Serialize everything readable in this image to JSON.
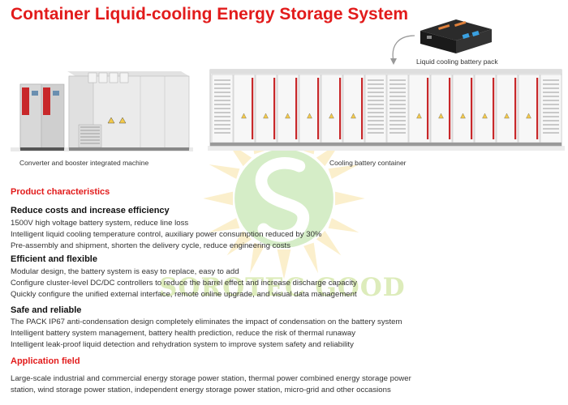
{
  "title": "Container Liquid-cooling Energy Storage System",
  "captions": {
    "battery_pack": "Liquid cooling battery pack",
    "converter": "Converter and booster integrated machine",
    "container": "Cooling battery container"
  },
  "watermark": "SOROTEC GOOD",
  "product_characteristics": {
    "heading": "Product characteristics",
    "sections": [
      {
        "title": "Reduce costs and increase efficiency",
        "lines": [
          "1500V high voltage battery system, reduce line loss",
          "Intelligent liquid cooling temperature control, auxiliary power consumption reduced by 30%",
          "Pre-assembly and shipment, shorten the delivery cycle, reduce engineering costs"
        ]
      },
      {
        "title": "Efficient and flexible",
        "lines": [
          "Modular design, the battery system is easy to replace, easy to add",
          "Configure cluster-level DC/DC controllers to reduce the barrel effect and increase discharge capacity",
          "Quickly configure the unified external interface, remote online upgrade, and visual data management"
        ]
      },
      {
        "title": "Safe and reliable",
        "lines": [
          "The PACK IP67 anti-condensation design completely eliminates the impact of condensation on the battery system",
          "Intelligent battery system management, battery health prediction, reduce the risk of thermal runaway",
          "Intelligent leak-proof liquid detection and rehydration system to improve system safety and reliability"
        ]
      }
    ]
  },
  "application_field": {
    "heading": "Application field",
    "lines": [
      "Large-scale industrial and commercial energy storage power station, thermal power combined energy storage power",
      "station, wind storage power station, independent energy storage power station, micro-grid and other occasions"
    ]
  },
  "colors": {
    "accent_red": "#e21b1b",
    "cabinet_red": "#c8282a",
    "cabinet_grey": "#d9d9d9"
  }
}
